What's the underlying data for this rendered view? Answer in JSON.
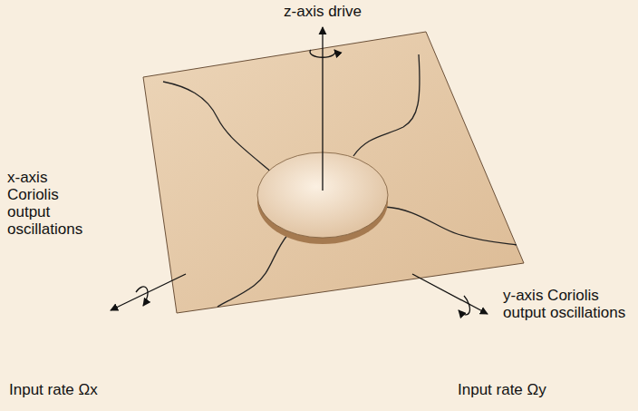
{
  "diagram": {
    "labels": [
      "z-axis drive",
      "x-axis Coriolis output oscillations",
      "y-axis Coriolis output oscillations",
      "Input rate Ωx",
      "Input rate Ωy"
    ]
  }
}
